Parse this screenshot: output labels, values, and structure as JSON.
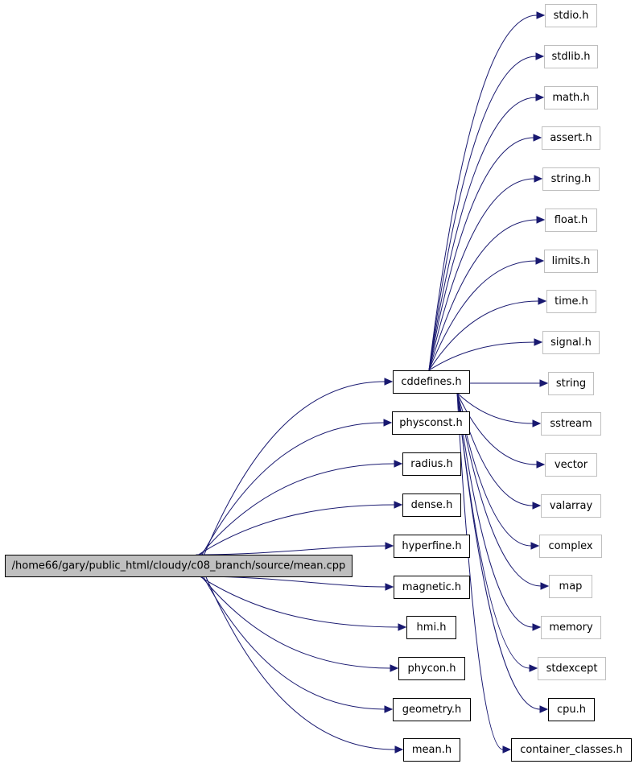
{
  "colors": {
    "edge": "#191970",
    "root_fill": "#bfbfbf",
    "local_border": "#000000",
    "system_border": "#bfbfbf"
  },
  "root": "/home66/gary/public_html/cloudy/c08_branch/source/mean.cpp",
  "direct_includes": [
    "cddefines.h",
    "physconst.h",
    "radius.h",
    "dense.h",
    "hyperfine.h",
    "magnetic.h",
    "hmi.h",
    "phycon.h",
    "geometry.h",
    "mean.h"
  ],
  "cddefines_includes": [
    "stdio.h",
    "stdlib.h",
    "math.h",
    "assert.h",
    "string.h",
    "float.h",
    "limits.h",
    "time.h",
    "signal.h",
    "string",
    "sstream",
    "vector",
    "valarray",
    "complex",
    "map",
    "memory",
    "stdexcept",
    "cpu.h",
    "container_classes.h"
  ],
  "nodes": [
    {
      "id": "root",
      "label": "/home66/gary/public_html/cloudy/c08_branch/source/mean.cpp",
      "kind": "root"
    },
    {
      "id": "cddefines",
      "label": "cddefines.h",
      "kind": "local"
    },
    {
      "id": "physconst",
      "label": "physconst.h",
      "kind": "local"
    },
    {
      "id": "radius",
      "label": "radius.h",
      "kind": "local"
    },
    {
      "id": "dense",
      "label": "dense.h",
      "kind": "local"
    },
    {
      "id": "hyperfine",
      "label": "hyperfine.h",
      "kind": "local"
    },
    {
      "id": "magnetic",
      "label": "magnetic.h",
      "kind": "local"
    },
    {
      "id": "hmi",
      "label": "hmi.h",
      "kind": "local"
    },
    {
      "id": "phycon",
      "label": "phycon.h",
      "kind": "local"
    },
    {
      "id": "geometry",
      "label": "geometry.h",
      "kind": "local"
    },
    {
      "id": "mean",
      "label": "mean.h",
      "kind": "local"
    },
    {
      "id": "stdio",
      "label": "stdio.h",
      "kind": "system"
    },
    {
      "id": "stdlib",
      "label": "stdlib.h",
      "kind": "system"
    },
    {
      "id": "math",
      "label": "math.h",
      "kind": "system"
    },
    {
      "id": "assert",
      "label": "assert.h",
      "kind": "system"
    },
    {
      "id": "stringh",
      "label": "string.h",
      "kind": "system"
    },
    {
      "id": "float",
      "label": "float.h",
      "kind": "system"
    },
    {
      "id": "limits",
      "label": "limits.h",
      "kind": "system"
    },
    {
      "id": "time",
      "label": "time.h",
      "kind": "system"
    },
    {
      "id": "signal",
      "label": "signal.h",
      "kind": "system"
    },
    {
      "id": "string",
      "label": "string",
      "kind": "system"
    },
    {
      "id": "sstream",
      "label": "sstream",
      "kind": "system"
    },
    {
      "id": "vector",
      "label": "vector",
      "kind": "system"
    },
    {
      "id": "valarray",
      "label": "valarray",
      "kind": "system"
    },
    {
      "id": "complex",
      "label": "complex",
      "kind": "system"
    },
    {
      "id": "map",
      "label": "map",
      "kind": "system"
    },
    {
      "id": "memory",
      "label": "memory",
      "kind": "system"
    },
    {
      "id": "stdexcept",
      "label": "stdexcept",
      "kind": "system"
    },
    {
      "id": "cpu",
      "label": "cpu.h",
      "kind": "local"
    },
    {
      "id": "container",
      "label": "container_classes.h",
      "kind": "local"
    }
  ],
  "edges": [
    [
      "root",
      "cddefines"
    ],
    [
      "root",
      "physconst"
    ],
    [
      "root",
      "radius"
    ],
    [
      "root",
      "dense"
    ],
    [
      "root",
      "hyperfine"
    ],
    [
      "root",
      "magnetic"
    ],
    [
      "root",
      "hmi"
    ],
    [
      "root",
      "phycon"
    ],
    [
      "root",
      "geometry"
    ],
    [
      "root",
      "mean"
    ],
    [
      "cddefines",
      "stdio"
    ],
    [
      "cddefines",
      "stdlib"
    ],
    [
      "cddefines",
      "math"
    ],
    [
      "cddefines",
      "assert"
    ],
    [
      "cddefines",
      "stringh"
    ],
    [
      "cddefines",
      "float"
    ],
    [
      "cddefines",
      "limits"
    ],
    [
      "cddefines",
      "time"
    ],
    [
      "cddefines",
      "signal"
    ],
    [
      "cddefines",
      "string"
    ],
    [
      "cddefines",
      "sstream"
    ],
    [
      "cddefines",
      "vector"
    ],
    [
      "cddefines",
      "valarray"
    ],
    [
      "cddefines",
      "complex"
    ],
    [
      "cddefines",
      "map"
    ],
    [
      "cddefines",
      "memory"
    ],
    [
      "cddefines",
      "stdexcept"
    ],
    [
      "cddefines",
      "cpu"
    ],
    [
      "cddefines",
      "container"
    ]
  ]
}
